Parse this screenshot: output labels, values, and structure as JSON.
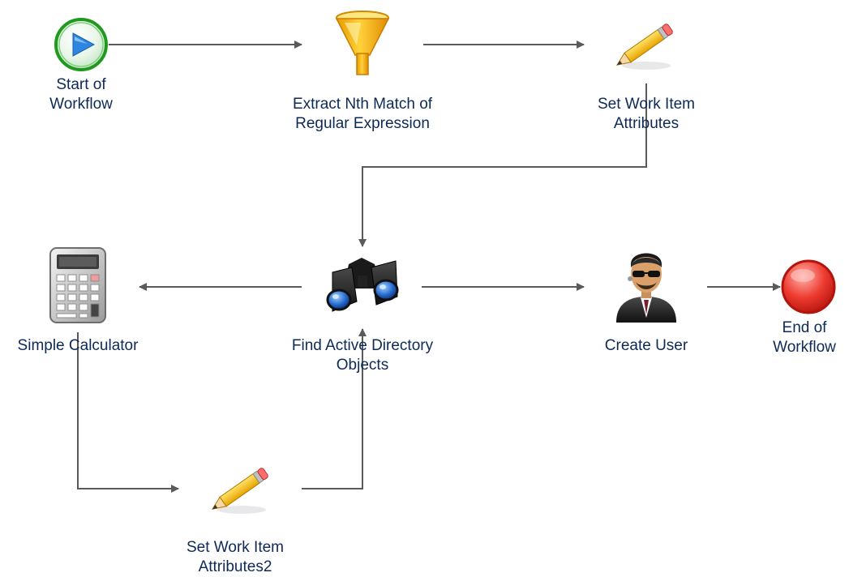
{
  "nodes": {
    "start": {
      "icon": "play-icon",
      "line1": "Start of",
      "line2": "Workflow"
    },
    "extract": {
      "icon": "funnel-icon",
      "line1": "Extract Nth Match of",
      "line2": "Regular Expression"
    },
    "set_attr": {
      "icon": "pencil-icon",
      "line1": "Set Work Item",
      "line2": "Attributes"
    },
    "calculator": {
      "icon": "calculator-icon",
      "line1": "Simple Calculator"
    },
    "find_ad": {
      "icon": "binoculars-icon",
      "line1": "Find Active Directory",
      "line2": "Objects"
    },
    "create_user": {
      "icon": "user-icon",
      "line1": "Create User"
    },
    "end": {
      "icon": "stop-icon",
      "line1": "End of",
      "line2": "Workflow"
    },
    "set_attr2": {
      "icon": "pencil-icon",
      "line1": "Set Work Item",
      "line2": "Attributes2"
    }
  },
  "colors": {
    "connector": "#5a5a5a",
    "start_green": "#22aa22",
    "start_play": "#2f86e0",
    "end_red": "#e0261d",
    "label_text": "#0d2a56"
  }
}
